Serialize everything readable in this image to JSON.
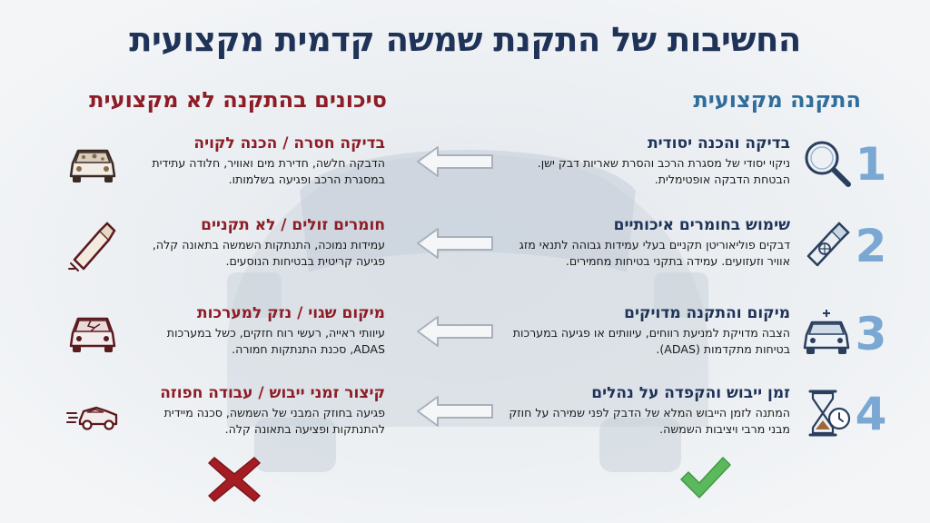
{
  "title": "החשיבות של התקנת שמשה קדמית מקצועית",
  "columns": {
    "professional": "התקנה מקצועית",
    "risks": "סיכונים בהתקנה לא מקצועית"
  },
  "rows": [
    {
      "number": "1",
      "pro_title": "בדיקה והכנה יסודית",
      "pro_desc": "ניקוי יסודי של מסגרת הרכב והסרת שאריות דבק ישן. הבטחת הדבקה אופטימלית.",
      "pro_icon": "magnifier-icon",
      "risk_title": "בדיקה חסרה / הכנה לקויה",
      "risk_desc": "הדבקה חלשה, חדירת מים ואוויר, חלודה עתידית במסגרת הרכב ופגיעה בשלמותו.",
      "risk_icon": "dirty-car-icon"
    },
    {
      "number": "2",
      "pro_title": "שימוש בחומרים איכותיים",
      "pro_desc": "דבקים פוליאוריטן תקניים בעלי עמידות גבוהה לתנאי מזג אוויר וזעזועים. עמידה בתקני בטיחות מחמירים.",
      "pro_icon": "adhesive-tube-icon",
      "risk_title": "חומרים זולים / לא תקניים",
      "risk_desc": "עמידות נמוכה, התנתקות השמשה בתאונה קלה, פגיעה קריטית בבטיחות הנוסעים.",
      "risk_icon": "cheap-glue-icon"
    },
    {
      "number": "3",
      "pro_title": "מיקום והתקנה מדויקים",
      "pro_desc": "הצבה מדויקת למניעת רווחים, עיוותים או פגיעה במערכות בטיחות מתקדמות (ADAS).",
      "pro_icon": "car-front-icon",
      "risk_title": "מיקום שגוי / נזק למערכות",
      "risk_desc": "עיוותי ראייה, רעשי רוח חזקים, כשל במערכות ADAS, סכנת התנתקות חמורה.",
      "risk_icon": "cracked-windshield-icon"
    },
    {
      "number": "4",
      "pro_title": "זמן ייבוש והקפדה על נהלים",
      "pro_desc": "המתנה לזמן הייבוש המלא של הדבק לפני שמירה על חוזק מבני מרבי ויציבות השמשה.",
      "pro_icon": "hourglass-clock-icon",
      "risk_title": "קיצור זמני ייבוש / עבודה חפוזה",
      "risk_desc": "פגיעה בחוזק המבני של השמשה, סכנה מיידית להתנתקות ופציעה בתאונה קלה.",
      "risk_icon": "speeding-car-icon"
    }
  ],
  "colors": {
    "title": "#1f3358",
    "pro_accent": "#2f6d9b",
    "number": "#7aa8d3",
    "risk_accent": "#8e1c26",
    "check": "#5cb85c",
    "cross": "#a51d24"
  }
}
